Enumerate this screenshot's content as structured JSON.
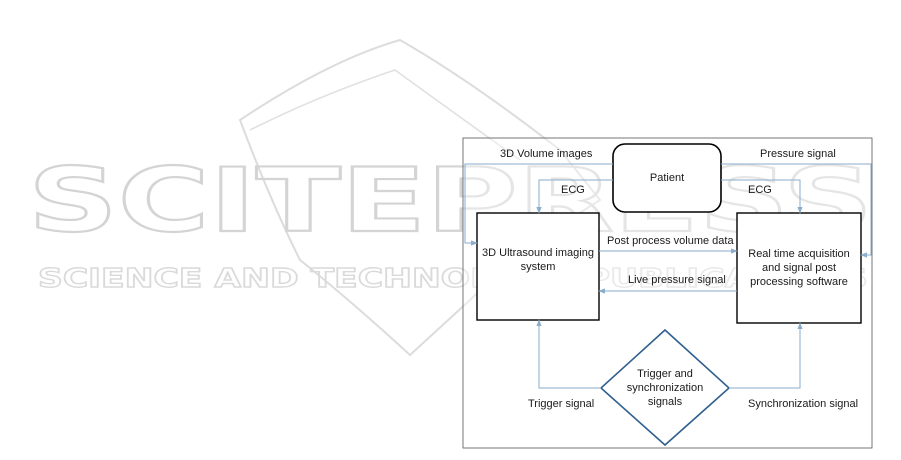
{
  "watermark": {
    "title": "SCITEPRESS",
    "subtitle": "SCIENCE AND TECHNOLOGY PUBLICATIONS"
  },
  "nodes": {
    "patient": "Patient",
    "ultrasound": "3D Ultrasound imaging system",
    "realtime": "Real time acquisition and signal post processing  software",
    "trigger": "Trigger and synchronization signals"
  },
  "edges": {
    "volume_images": "3D Volume images",
    "pressure_signal": "Pressure signal",
    "ecg_left": "ECG",
    "ecg_right": "ECG",
    "post_process": "Post process volume data",
    "live_pressure": "Live pressure signal",
    "trigger_signal": "Trigger signal",
    "sync_signal": "Synchronization signal"
  },
  "colors": {
    "connector": "#8aaecb",
    "box_border": "#000000",
    "diamond_border": "#2f5f8f",
    "watermark": "#d4d4d4"
  }
}
